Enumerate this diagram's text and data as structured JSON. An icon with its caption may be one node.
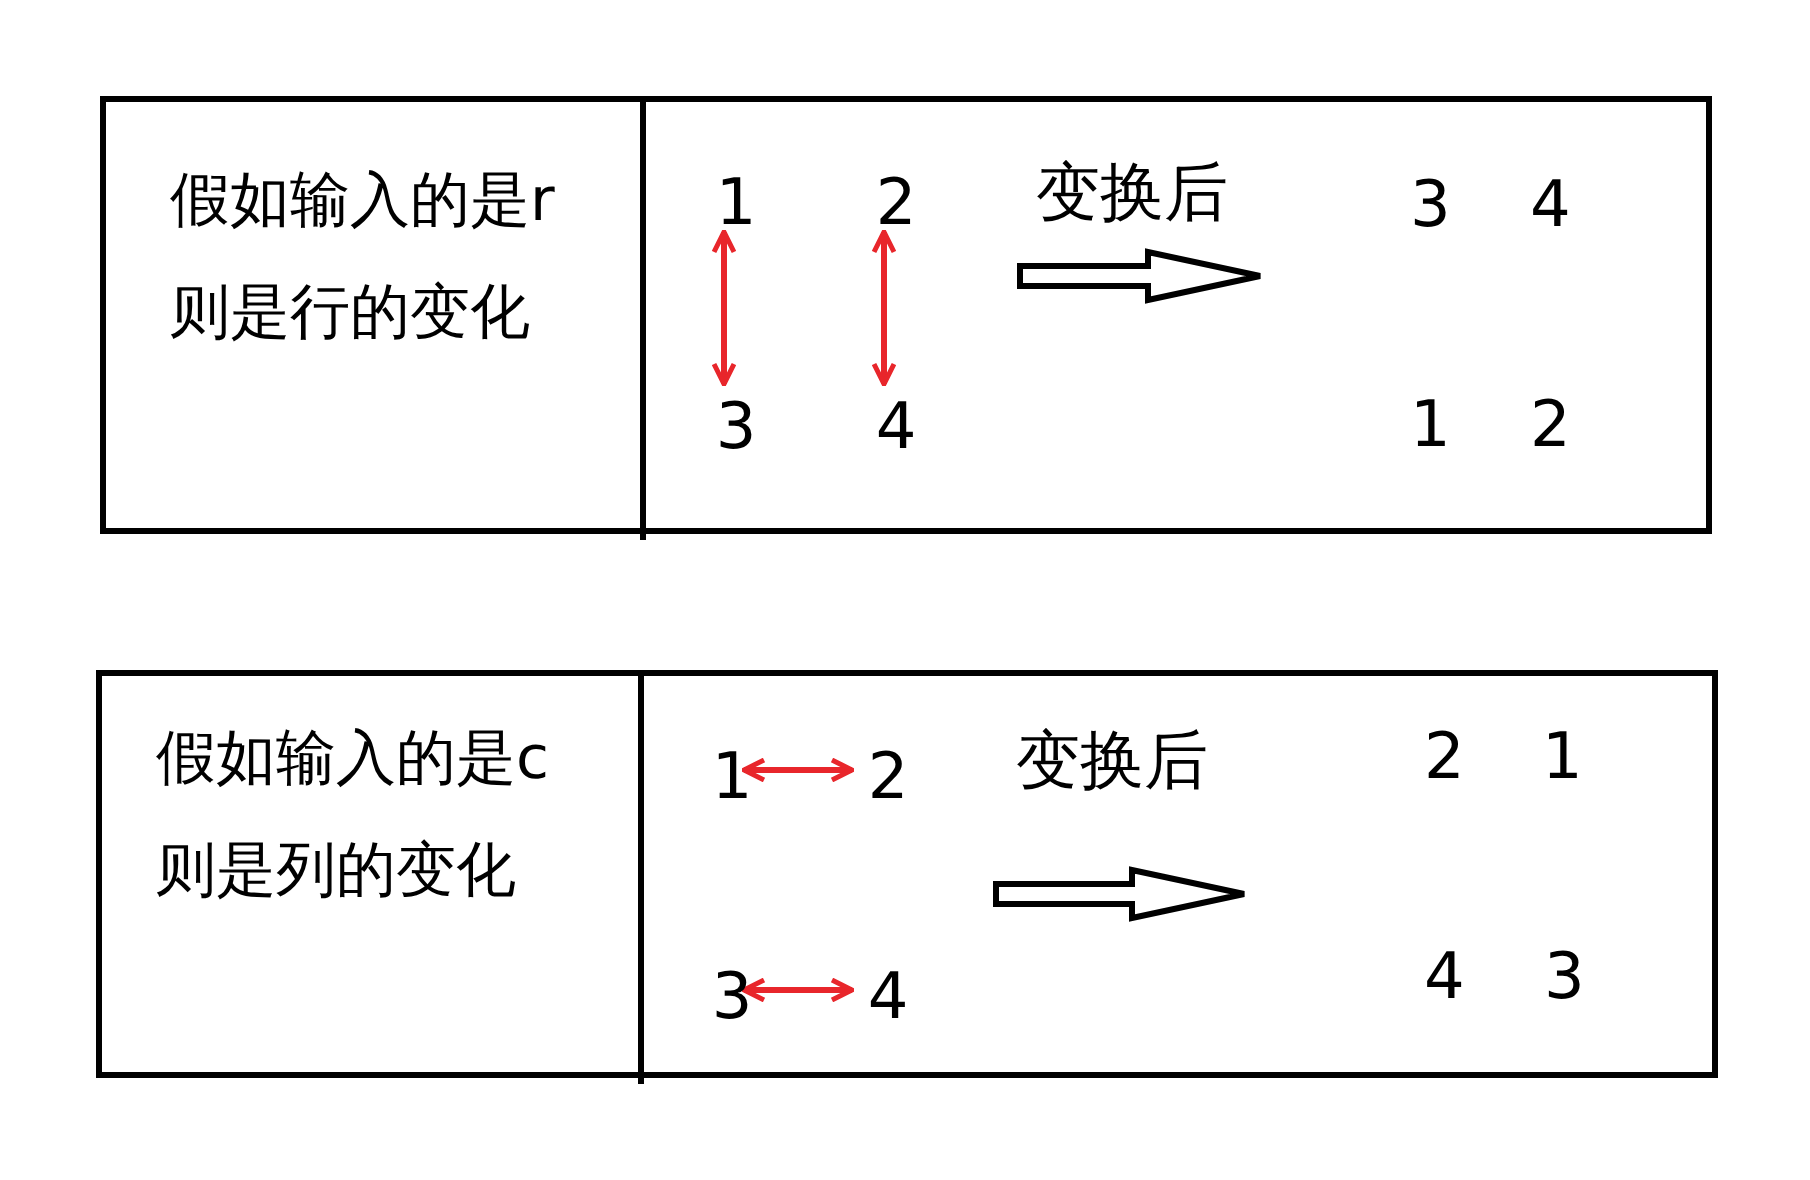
{
  "diagram": {
    "nodes": [
      {
        "text": [],
        "shape": "box"
      },
      {
        "text": [
          "假如输入的是r",
          "则是行的变化"
        ],
        "in": 0
      },
      {
        "text": [],
        "shape": "box",
        "in": 0
      },
      {
        "text": [
          "1"
        ],
        "in": 2
      },
      {
        "text": [
          "2"
        ],
        "in": 2
      },
      {
        "text": [
          "3"
        ],
        "in": 2
      },
      {
        "text": [
          "4"
        ],
        "in": 2
      },
      {
        "text": [],
        "shape": "box"
      },
      {
        "text": [
          "假如输入的是c",
          "则是列的变化"
        ],
        "in": 7
      },
      {
        "text": [],
        "shape": "box",
        "in": 7
      },
      {
        "text": [
          "1"
        ],
        "in": 9
      },
      {
        "text": [
          "2"
        ],
        "in": 9
      },
      {
        "text": [
          "3"
        ],
        "in": 9
      },
      {
        "text": [
          "4"
        ],
        "in": 9
      }
    ],
    "edges": [
      {
        "from": 3,
        "to": 5,
        "arrow": "both"
      },
      {
        "from": 4,
        "to": 6,
        "arrow": "both"
      },
      {
        "from": 10,
        "to": 11,
        "arrow": "both"
      },
      {
        "from": 12,
        "to": 13,
        "arrow": "both"
      }
    ],
    "labels": [
      "变换后",
      "3",
      "4",
      "1",
      "2",
      "变换后",
      "2",
      "1",
      "4",
      "3"
    ]
  }
}
